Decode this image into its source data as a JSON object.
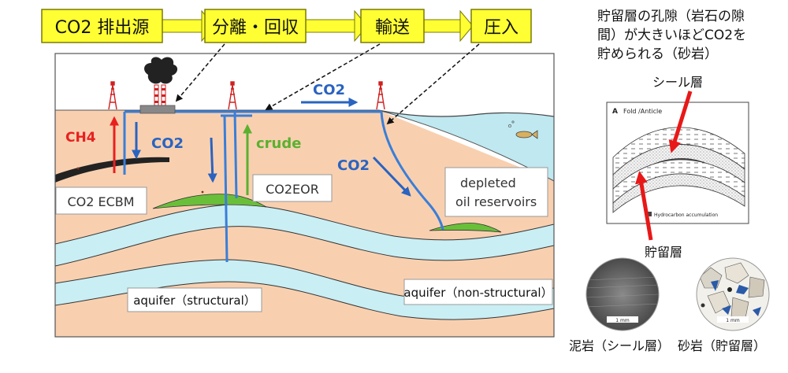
{
  "process_flow": {
    "steps": [
      {
        "label": "CO2 排出源"
      },
      {
        "label": "分離・回収"
      },
      {
        "label": "輸送"
      },
      {
        "label": "圧入"
      }
    ]
  },
  "main_diagram": {
    "labels": {
      "co2_top": "CO2",
      "ch4": "CH4",
      "co2_left": "CO2",
      "crude": "crude",
      "co2_right": "CO2",
      "co2_ecbm": "CO2 ECBM",
      "co2eor": "CO2EOR",
      "depleted_line1": "depleted",
      "depleted_line2": "oil reservoirs",
      "aquifer_structural": "aquifer（structural）",
      "aquifer_nonstructural": "aquifer（non-structural）"
    }
  },
  "side_panel": {
    "note_line1": "貯留層の孔隙（岩石の隙",
    "note_line2": "間）が大きいほどCO2を",
    "note_line3": "貯められる（砂岩）",
    "seal_label": "シール層",
    "reservoir_label": "貯留層",
    "figure_heading_letter": "A",
    "figure_heading_text": "Fold /Anticle",
    "figure_legend": "Hydrocarbon accumulation",
    "mudstone_caption": "泥岩（シール層）",
    "sandstone_caption": "砂岩（貯留層）",
    "scale_bar": "1 mm"
  },
  "colors": {
    "flow_box_fill": "#ffff33",
    "flow_box_stroke": "#7a7a00",
    "sky": "#ffffff",
    "ground": "#f8d0b0",
    "sea": "#bfe8f0",
    "aquifer_band": "#c9eef4",
    "oil_green": "#6abf3a",
    "coal_seam": "#222222",
    "co2_blue": "#2a63c0",
    "pipe_blue": "#3a7ed8",
    "ch4_red": "#e82020",
    "crude_green": "#5cb030",
    "arrow_red": "#e81818"
  }
}
